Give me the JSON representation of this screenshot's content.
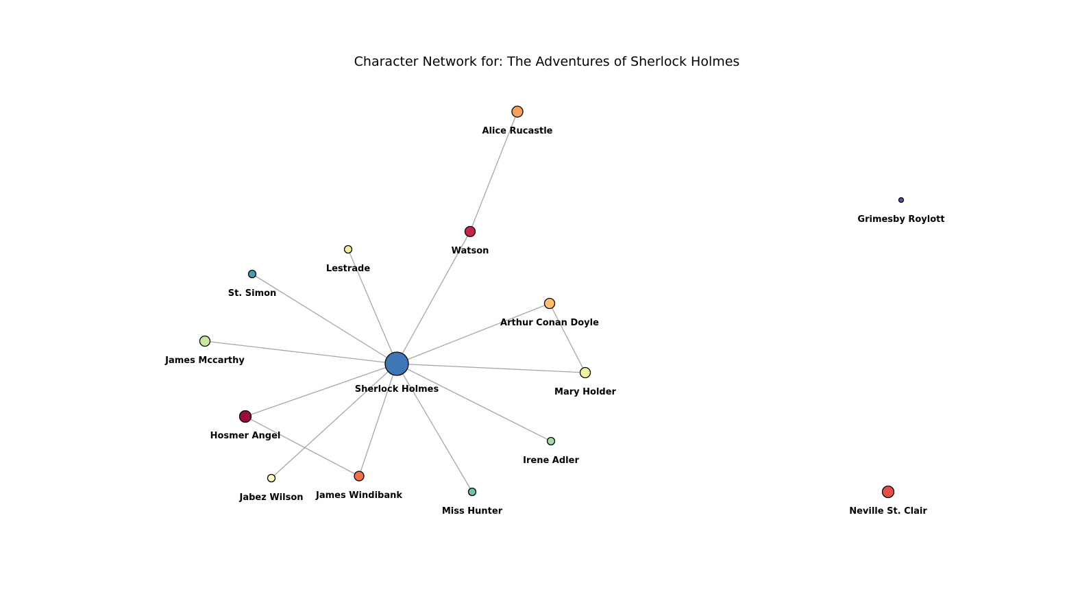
{
  "title": "Character Network for: The Adventures of Sherlock Holmes",
  "nodes": [
    {
      "id": "holmes",
      "label": "Sherlock Holmes",
      "color": "#3f76b5"
    },
    {
      "id": "rucastle",
      "label": "Alice Rucastle",
      "color": "#f5a15a"
    },
    {
      "id": "watson",
      "label": "Watson",
      "color": "#c6244a"
    },
    {
      "id": "lestrade",
      "label": "Lestrade",
      "color": "#fbe99a"
    },
    {
      "id": "stsimon",
      "label": "St. Simon",
      "color": "#4b9ab0"
    },
    {
      "id": "doyle",
      "label": "Arthur Conan Doyle",
      "color": "#fdbf6f"
    },
    {
      "id": "mccarthy",
      "label": "James Mccarthy",
      "color": "#c8e8a0"
    },
    {
      "id": "holder",
      "label": "Mary Holder",
      "color": "#eef59c"
    },
    {
      "id": "angel",
      "label": "Hosmer Angel",
      "color": "#9c0a3b"
    },
    {
      "id": "adler",
      "label": "Irene Adler",
      "color": "#a8dba4"
    },
    {
      "id": "wilson",
      "label": "Jabez Wilson",
      "color": "#fcfcc0"
    },
    {
      "id": "windibank",
      "label": "James Windibank",
      "color": "#ef6f47"
    },
    {
      "id": "hunter",
      "label": "Miss Hunter",
      "color": "#6fc4a4"
    },
    {
      "id": "roylott",
      "label": "Grimesby Roylott",
      "color": "#5654a2"
    },
    {
      "id": "stclair",
      "label": "Neville St. Clair",
      "color": "#e34f4a"
    }
  ],
  "edges": [
    [
      "holmes",
      "watson"
    ],
    [
      "watson",
      "rucastle"
    ],
    [
      "holmes",
      "lestrade"
    ],
    [
      "holmes",
      "stsimon"
    ],
    [
      "holmes",
      "mccarthy"
    ],
    [
      "holmes",
      "doyle"
    ],
    [
      "holmes",
      "holder"
    ],
    [
      "doyle",
      "holder"
    ],
    [
      "holmes",
      "angel"
    ],
    [
      "angel",
      "windibank"
    ],
    [
      "holmes",
      "windibank"
    ],
    [
      "holmes",
      "wilson"
    ],
    [
      "holmes",
      "hunter"
    ],
    [
      "holmes",
      "adler"
    ]
  ]
}
